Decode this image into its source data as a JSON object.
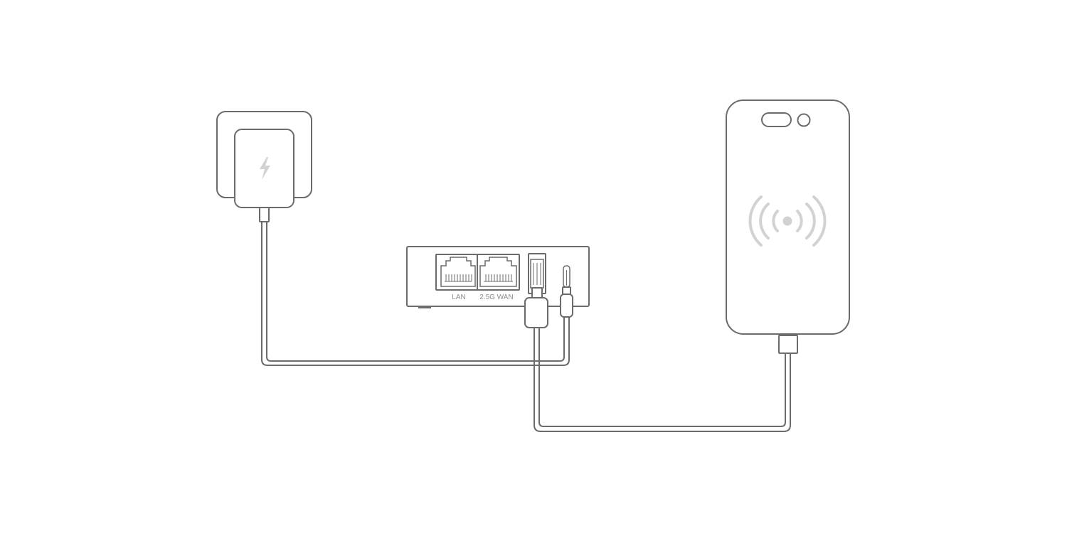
{
  "router": {
    "ports": [
      {
        "id": "lan",
        "label": "LAN"
      },
      {
        "id": "wan",
        "label": "2.5G WAN"
      }
    ]
  },
  "colors": {
    "stroke": "#6b6b6b",
    "background": "#ffffff",
    "icon_muted": "#d2d2d2",
    "label": "#8d8d8d"
  },
  "icons": {
    "charger": "lightning-icon",
    "phone": "wireless-signal-icon"
  }
}
